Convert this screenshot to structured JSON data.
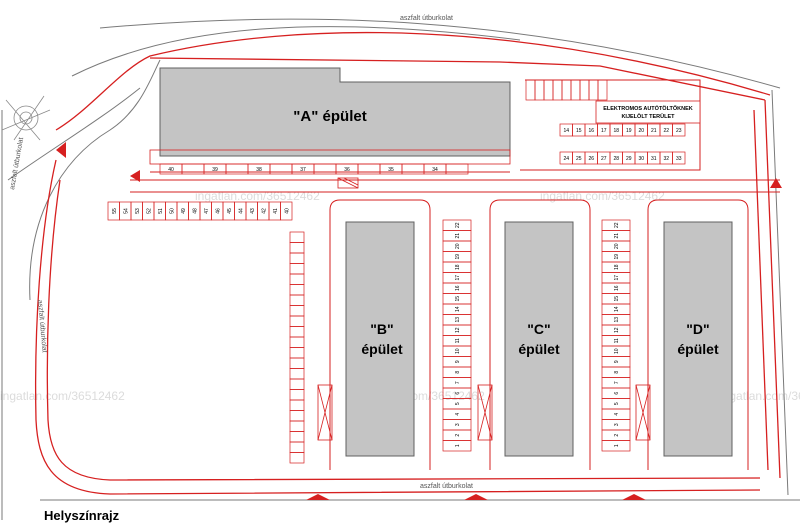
{
  "caption": "Helyszínrajz",
  "buildings": {
    "a": {
      "label": "\"A\" épület"
    },
    "b": {
      "line1": "\"B\"",
      "line2": "épület"
    },
    "c": {
      "line1": "\"C\"",
      "line2": "épület"
    },
    "d": {
      "line1": "\"D\"",
      "line2": "épület"
    }
  },
  "ev_area": {
    "line1": "ELEKTROMOS AUTÓTÖLTŐKNEK",
    "line2": "KIJELÖLT TERÜLET"
  },
  "road_labels": {
    "top": "aszfalt útburkolat",
    "bottom": "aszfalt útburkolat",
    "left_upper": "aszfalt útburkolat",
    "left_lower": "aszfalt útburkolat"
  },
  "watermark": "ingatlan.com/36512462",
  "parking": {
    "a_row": [
      "40",
      "39",
      "38",
      "37",
      "36",
      "35",
      "34"
    ],
    "ev_row1": [
      "14",
      "15",
      "16",
      "17",
      "18",
      "19",
      "20",
      "21",
      "22",
      "23"
    ],
    "ev_row2": [
      "24",
      "25",
      "26",
      "27",
      "28",
      "29",
      "30",
      "31",
      "32",
      "33"
    ],
    "west_row": [
      "55",
      "54",
      "53",
      "52",
      "51",
      "50",
      "49",
      "48",
      "47",
      "46",
      "45",
      "44",
      "43",
      "42",
      "41",
      "40"
    ],
    "bc_column": [
      "22",
      "21",
      "20",
      "19",
      "18",
      "17",
      "16",
      "15",
      "14",
      "13",
      "12",
      "11",
      "10",
      "9",
      "8",
      "7",
      "6",
      "5",
      "4",
      "3",
      "2",
      "1"
    ],
    "cd_column": [
      "22",
      "21",
      "20",
      "19",
      "18",
      "17",
      "16",
      "15",
      "14",
      "13",
      "12",
      "11",
      "10",
      "9",
      "8",
      "7",
      "6",
      "5",
      "4",
      "3",
      "2",
      "1"
    ]
  },
  "colors": {
    "red": "#d62020",
    "building": "#c4c4c4",
    "line": "#808080"
  }
}
